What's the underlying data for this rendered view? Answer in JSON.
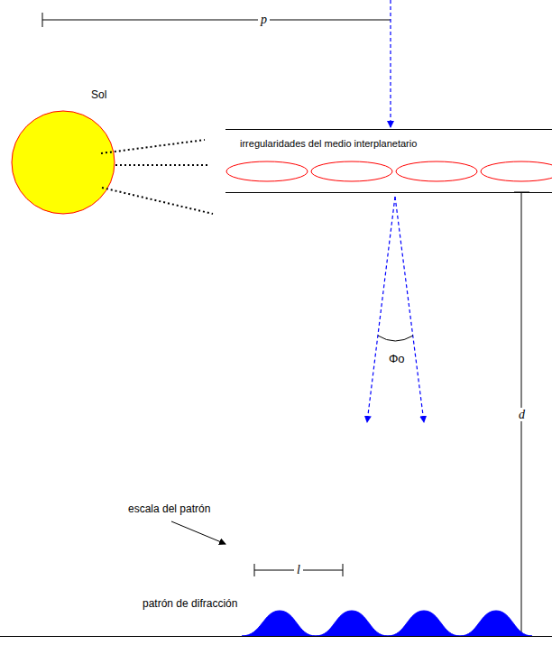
{
  "diagram": {
    "nodes": [
      {
        "text": [
          "Sol"
        ]
      },
      {
        "text": [
          "irregularidades del medio interplanetario"
        ]
      }
    ],
    "labels": [
      "p",
      "Φo",
      "d",
      "escala del patrón",
      "l",
      "patrón de difracción"
    ]
  }
}
